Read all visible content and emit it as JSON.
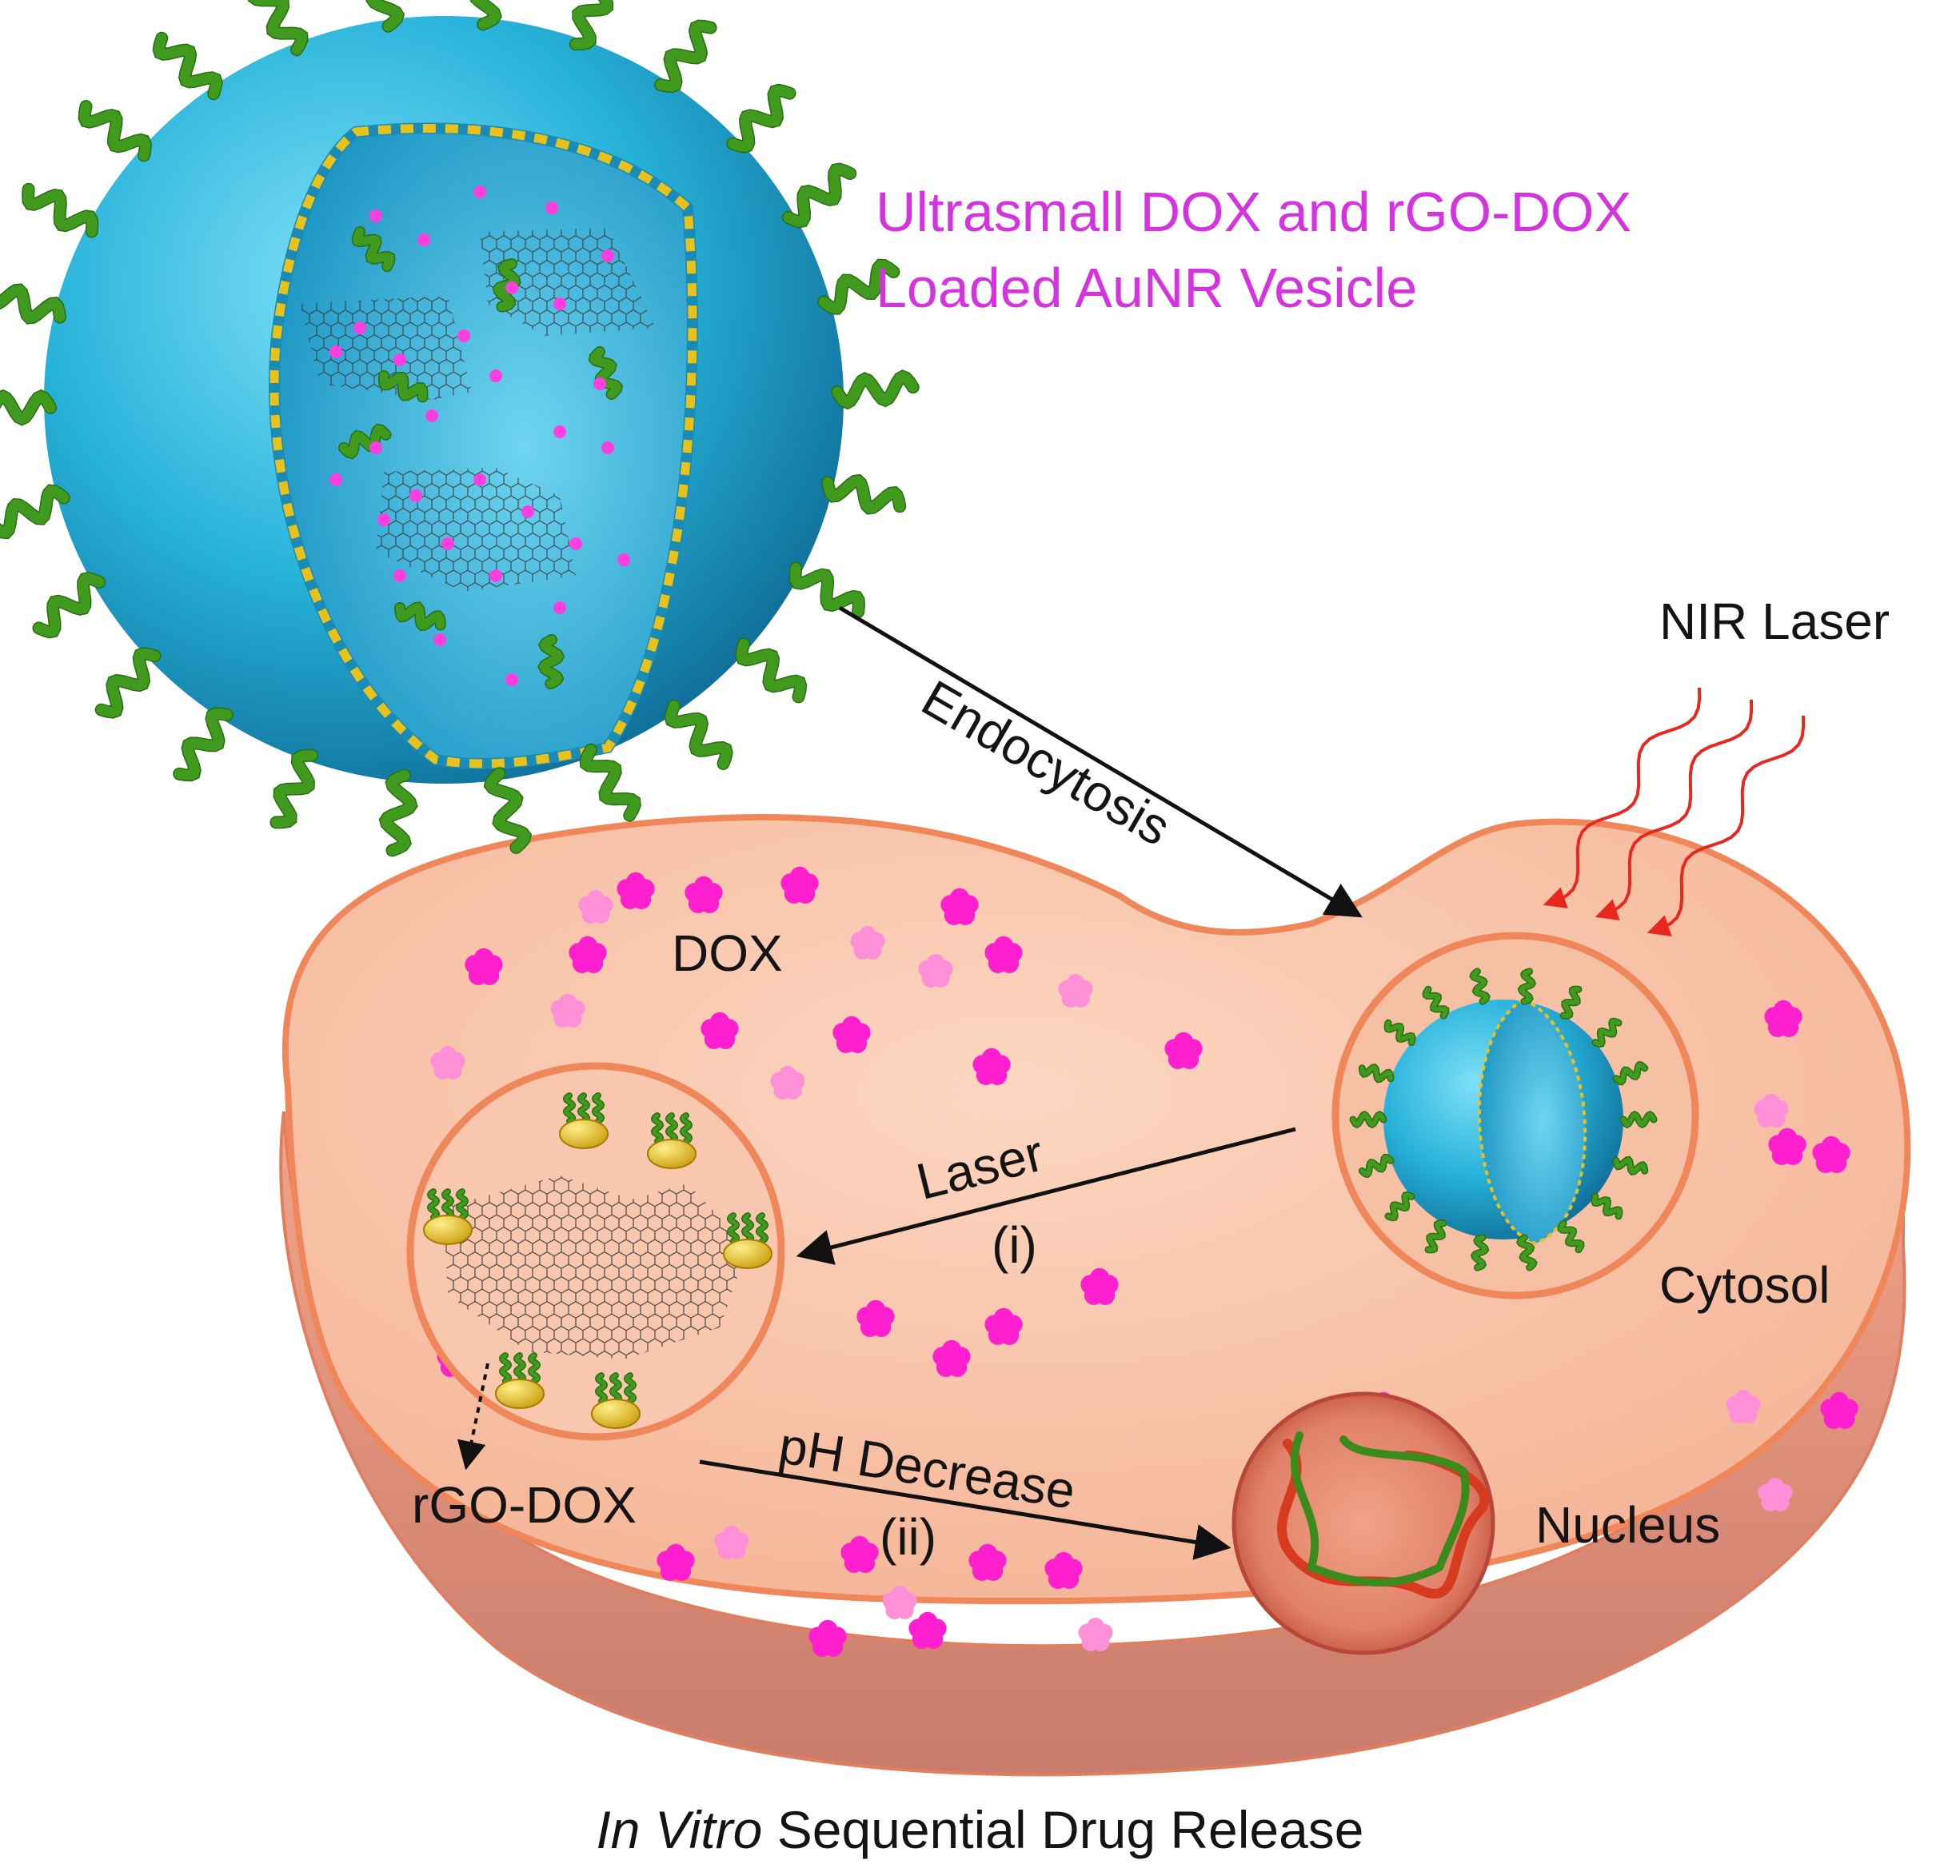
{
  "vesicle_title": {
    "line1": "Ultrasmall  DOX and rGO-DOX",
    "line2": "Loaded  AuNR Vesicle",
    "color": "#d633e0"
  },
  "labels": {
    "endocytosis": "Endocytosis",
    "nir_laser": "NIR Laser",
    "dox": "DOX",
    "laser": "Laser",
    "step_i": "(i)",
    "cytosol": "Cytosol",
    "rgo_dox": "rGO-DOX",
    "ph_decrease": "pH Decrease",
    "step_ii": "(ii)",
    "nucleus": "Nucleus"
  },
  "caption": {
    "italic": "In Vitro",
    "rest": " Sequential Drug Release"
  },
  "colors": {
    "vesicle": "#2bb3d9",
    "polymer_chain": "#3f9a1e",
    "gold_nanorod": "#e8c21a",
    "dox_molecule": "#ff1fcf",
    "cell_body": "#f7b89a",
    "cell_membrane": "#f48a5c",
    "nucleus": "#d9624a",
    "laser_beam": "#e8281e"
  },
  "icons": [
    "wavy-polymer-chain-icon",
    "gold-nanorod-icon",
    "dox-molecule-icon",
    "graphene-sheet-icon",
    "dna-helix-icon",
    "laser-wave-icon"
  ]
}
